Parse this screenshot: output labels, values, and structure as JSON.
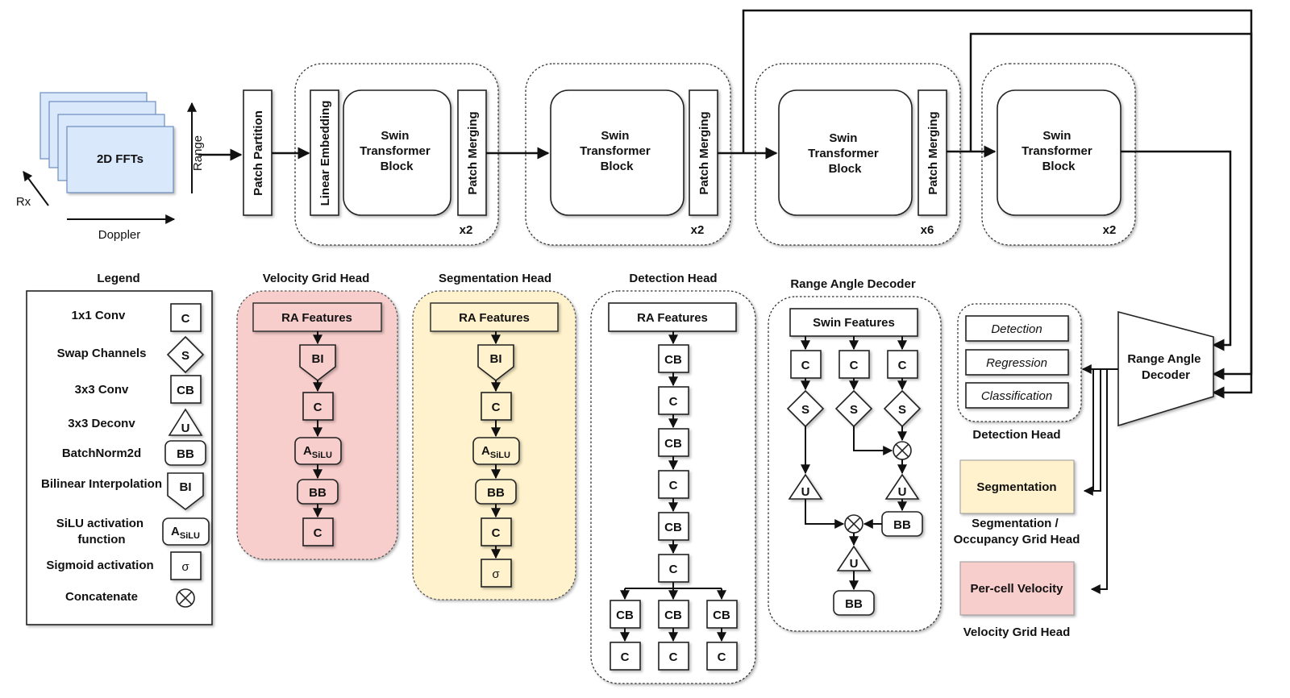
{
  "colors": {
    "fft_fill": "#dae8fc",
    "fft_stroke": "#6c8ebf",
    "velocity_head_bg": "#f8cecc",
    "segmentation_head_bg": "#fff2cc",
    "per_cell_velocity_fill": "#f8cecc",
    "segmentation_output_fill": "#fff2cc"
  },
  "input": {
    "fft_label": "2D FFTs",
    "axis_range": "Range",
    "axis_doppler": "Doppler",
    "axis_rx": "Rx"
  },
  "encoder": {
    "patch_partition": "Patch Partition",
    "linear_embedding": "Linear Embedding",
    "swin_block_lines": [
      "Swin",
      "Transformer",
      "Block"
    ],
    "patch_merging": "Patch Merging",
    "stage_repeats": [
      "x2",
      "x2",
      "x6",
      "x2"
    ]
  },
  "legend": {
    "title": "Legend",
    "items": [
      {
        "label": "1x1 Conv",
        "symbol": "C",
        "shape": "square"
      },
      {
        "label": "Swap Channels",
        "symbol": "S",
        "shape": "diamond"
      },
      {
        "label": "3x3 Conv",
        "symbol": "CB",
        "shape": "square"
      },
      {
        "label": "3x3 Deconv",
        "symbol": "U",
        "shape": "triangle"
      },
      {
        "label": "BatchNorm2d",
        "symbol": "BB",
        "shape": "rounded"
      },
      {
        "label": "Bilinear Interpolation",
        "symbol": "BI",
        "shape": "pentagon"
      },
      {
        "label_lines": [
          "SiLU activation",
          "function"
        ],
        "symbol_main": "A",
        "symbol_sub": "SiLU",
        "shape": "rounded"
      },
      {
        "label": "Sigmoid activation",
        "symbol": "σ",
        "shape": "square"
      },
      {
        "label": "Concatenate",
        "symbol": "⊗",
        "shape": "circle-x"
      }
    ]
  },
  "velocity_head": {
    "title": "Velocity Grid Head",
    "input": "RA Features",
    "ops": [
      "BI",
      "C",
      "A_SiLU",
      "BB",
      "C"
    ]
  },
  "segmentation_head": {
    "title": "Segmentation Head",
    "input": "RA Features",
    "ops": [
      "BI",
      "C",
      "A_SiLU",
      "BB",
      "C",
      "σ"
    ]
  },
  "detection_head": {
    "title": "Detection Head",
    "input": "RA Features",
    "ops": [
      "CB",
      "C",
      "CB",
      "C",
      "CB",
      "C"
    ],
    "branches": [
      [
        "CB",
        "C"
      ],
      [
        "CB",
        "C"
      ],
      [
        "CB",
        "C"
      ]
    ]
  },
  "range_angle_decoder_block": {
    "title": "Range Angle Decoder",
    "input": "Swin Features",
    "branch_convs": [
      "C",
      "C",
      "C"
    ],
    "branch_swaps": [
      "S",
      "S",
      "S"
    ],
    "deconv": "U",
    "batchnorm": "BB"
  },
  "decoder": {
    "label_lines": [
      "Range Angle",
      "Decoder"
    ]
  },
  "outputs": {
    "detection_items": [
      "Detection",
      "Regression",
      "Classification"
    ],
    "detection_caption": "Detection Head",
    "segmentation": "Segmentation",
    "segmentation_caption_lines": [
      "Segmentation /",
      "Occupancy Grid Head"
    ],
    "velocity": "Per-cell Velocity",
    "velocity_caption": "Velocity Grid Head"
  }
}
